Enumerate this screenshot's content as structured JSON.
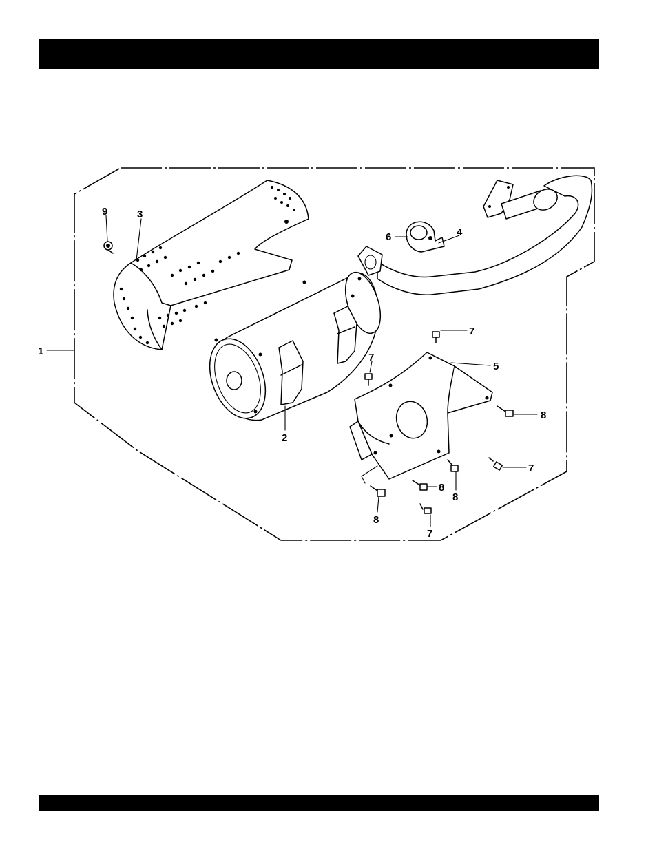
{
  "header": {
    "title": ""
  },
  "footer": {
    "text": ""
  },
  "diagram": {
    "callouts": [
      {
        "id": "c1",
        "text": "1"
      },
      {
        "id": "c2",
        "text": "2"
      },
      {
        "id": "c3",
        "text": "3"
      },
      {
        "id": "c4",
        "text": "4"
      },
      {
        "id": "c5",
        "text": "5"
      },
      {
        "id": "c6",
        "text": "6"
      },
      {
        "id": "c7a",
        "text": "7"
      },
      {
        "id": "c7b",
        "text": "7"
      },
      {
        "id": "c7c",
        "text": "7"
      },
      {
        "id": "c7d",
        "text": "7"
      },
      {
        "id": "c8a",
        "text": "8"
      },
      {
        "id": "c8b",
        "text": "8"
      },
      {
        "id": "c8c",
        "text": "8"
      },
      {
        "id": "c8d",
        "text": "8"
      },
      {
        "id": "c9",
        "text": "9"
      }
    ]
  }
}
